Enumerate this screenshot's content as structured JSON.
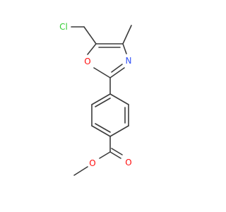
{
  "molecule": {
    "atoms": {
      "chlorine": {
        "label": "Cl",
        "color": "#33cc33"
      },
      "ring_oxygen": {
        "label": "O",
        "color": "#ff0d0d"
      },
      "ring_nitrogen": {
        "label": "N",
        "color": "#3050f8"
      },
      "carbonyl_oxygen": {
        "label": "O",
        "color": "#ff0d0d"
      },
      "ester_oxygen": {
        "label": "O",
        "color": "#ff0d0d"
      }
    },
    "bond_color": "#3c3c3c"
  }
}
